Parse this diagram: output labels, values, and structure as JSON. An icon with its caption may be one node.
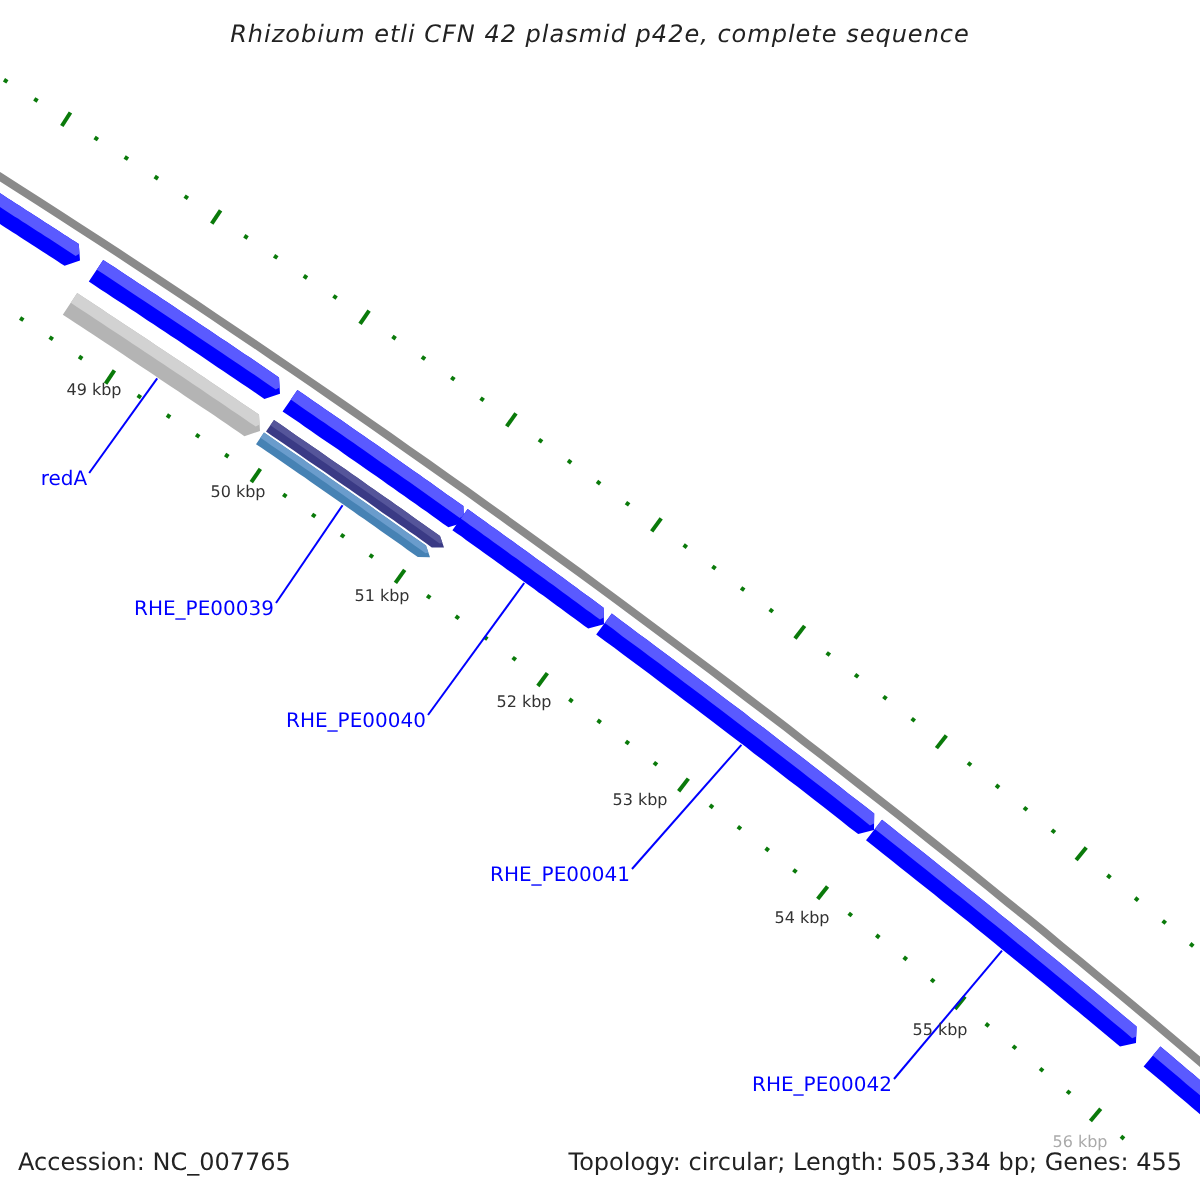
{
  "diagram": {
    "title": "Rhizobium etli CFN 42 plasmid p42e, complete sequence",
    "nodes": [
      {
        "text": [],
        "shape": "bar"
      },
      {
        "text": [],
        "shape": "bar"
      },
      {
        "text": [],
        "shape": "bar"
      },
      {
        "text": [],
        "shape": "bar"
      },
      {
        "text": [],
        "shape": "bar"
      },
      {
        "text": [],
        "shape": "bar"
      },
      {
        "text": [],
        "shape": "bar"
      },
      {
        "text": [],
        "shape": "bar"
      },
      {
        "text": [],
        "shape": "bar"
      },
      {
        "text": [],
        "shape": "bar"
      },
      {
        "text": [
          "redA"
        ]
      },
      {
        "text": [
          "RHE_PE00039"
        ]
      },
      {
        "text": [
          "RHE_PE00040"
        ]
      },
      {
        "text": [
          "RHE_PE00041"
        ]
      },
      {
        "text": [
          "RHE_PE00042"
        ]
      }
    ],
    "edges": [
      {
        "from": 10,
        "to": 1,
        "arrow": "none"
      },
      {
        "from": 11,
        "to": 4,
        "arrow": "none"
      },
      {
        "from": 12,
        "to": 6,
        "arrow": "none"
      },
      {
        "from": 13,
        "to": 7,
        "arrow": "none"
      },
      {
        "from": 14,
        "to": 8,
        "arrow": "none"
      }
    ],
    "labels": [
      "49 kbp",
      "50 kbp",
      "51 kbp",
      "52 kbp",
      "53 kbp",
      "54 kbp",
      "55 kbp",
      "56 kbp",
      "Accession: NC_007765",
      "Topology: circular; Length: 505,334 bp; Genes: 455"
    ]
  }
}
